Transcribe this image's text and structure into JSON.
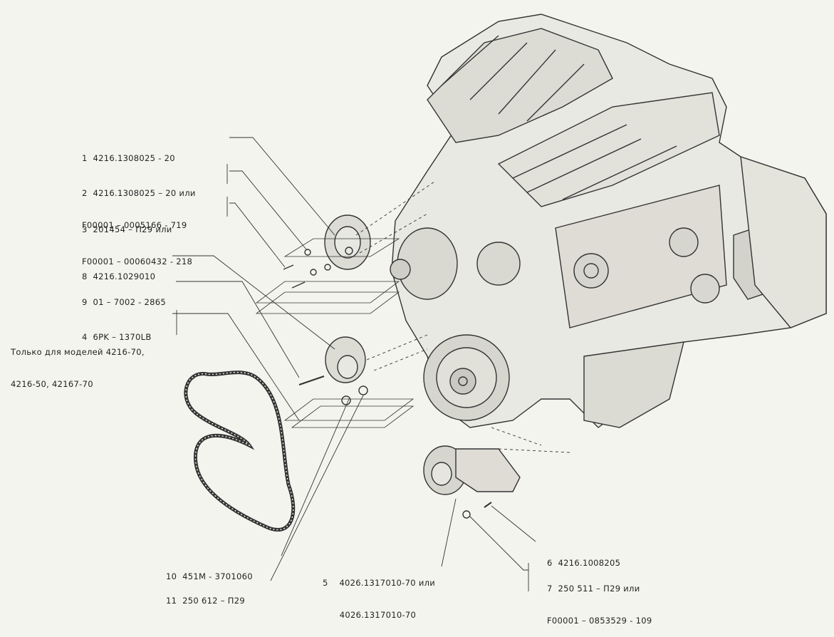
{
  "callouts": [
    {
      "id": "c1",
      "lines": [
        "1  4216.1308025 - 20"
      ]
    },
    {
      "id": "c2",
      "lines": [
        "2  4216.1308025 – 20 или",
        "F00001 – 0005166 - 719"
      ]
    },
    {
      "id": "c3",
      "lines": [
        "3  201454 – П29 или",
        "F00001 – 00060432 - 218"
      ]
    },
    {
      "id": "c8",
      "lines": [
        "8  4216.1029010"
      ]
    },
    {
      "id": "c9",
      "lines": [
        "9  01 – 7002 - 2865"
      ]
    },
    {
      "id": "c4",
      "lines": [
        "4  6PK – 1370LB"
      ]
    },
    {
      "id": "c4note",
      "lines": [
        "Только для моделей 4216-70,",
        "4216-50, 42167-70"
      ]
    },
    {
      "id": "c10",
      "lines": [
        "10  451M - 3701060"
      ]
    },
    {
      "id": "c11",
      "lines": [
        "11  250 612 – П29"
      ]
    },
    {
      "id": "c5",
      "lines": [
        "5    4026.1317010-70 или",
        "      4026.1317010-70"
      ]
    },
    {
      "id": "c6",
      "lines": [
        "6  4216.1008205"
      ]
    },
    {
      "id": "c7",
      "lines": [
        "7  250 511 – П29 или",
        "F00001 – 0853529 - 109"
      ]
    }
  ]
}
